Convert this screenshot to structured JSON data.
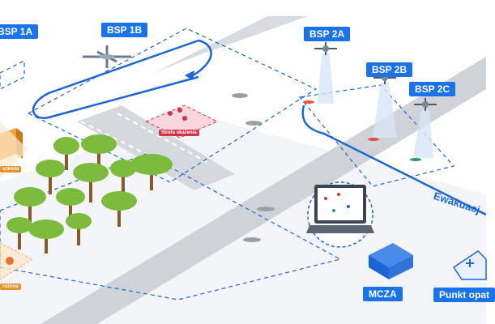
{
  "labels": {
    "bsp_1a": "BSP 1A",
    "bsp_1b": "BSP 1B",
    "bsp_2a": "BSP 2A",
    "bsp_2b": "BSP 2B",
    "bsp_2c": "BSP 2C",
    "mcza": "MCZA",
    "punkt": "Punkt opat",
    "ewakuacja": "Ewakuacj",
    "strefa_skazenia": "Strefa skażenia",
    "szkoda": "szkoda",
    "rozona": "rożona"
  },
  "colors": {
    "route_blue": "#1a66d6",
    "label_blue": "#1a73e8",
    "contamination_red": "#d6334a",
    "warning_orange": "#f0a23a",
    "tree_green": "#7cbb3c",
    "road_gray": "#cfd3d8"
  },
  "icons": [
    "fixed-wing-drone-icon",
    "quadcopter-drone-icon",
    "radiation-icon",
    "laptop-map-icon",
    "container-icon",
    "tent-medical-icon",
    "person-lying-icon",
    "building-icon"
  ]
}
